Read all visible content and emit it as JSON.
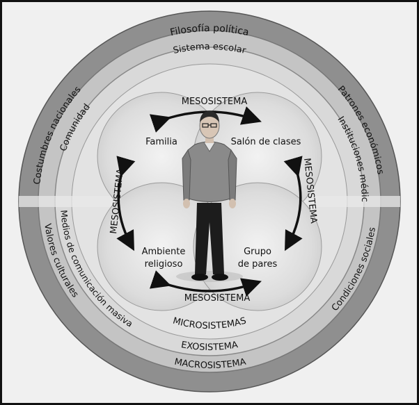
{
  "diagram": {
    "outer_ring": {
      "top": "Filosofía política",
      "left": "Costumbres nacionales",
      "right": "Patrones económicos",
      "bottom_left": "Valores culturales",
      "bottom_right": "Condiciones sociales",
      "bottom": "MACROSISTEMA"
    },
    "middle_ring": {
      "top": "Sistema escolar",
      "left": "Comunidad",
      "right": "Instituciones médicas",
      "bottom_left": "Medios de comunicación masiva",
      "bottom": "EXOSISTEMA"
    },
    "micro": {
      "quadrant_tl": "Familia",
      "quadrant_tr": "Salón de clases",
      "quadrant_bl_line1": "Ambiente",
      "quadrant_bl_line2": "religioso",
      "quadrant_br_line1": "Grupo",
      "quadrant_br_line2": "de pares",
      "bottom": "MICROSISTEMAS"
    },
    "meso": {
      "top": "MESOSISTEMA",
      "left": "MESOSISTEMA",
      "right": "MESOSISTEMA",
      "bottom": "MESOSISTEMA"
    }
  }
}
